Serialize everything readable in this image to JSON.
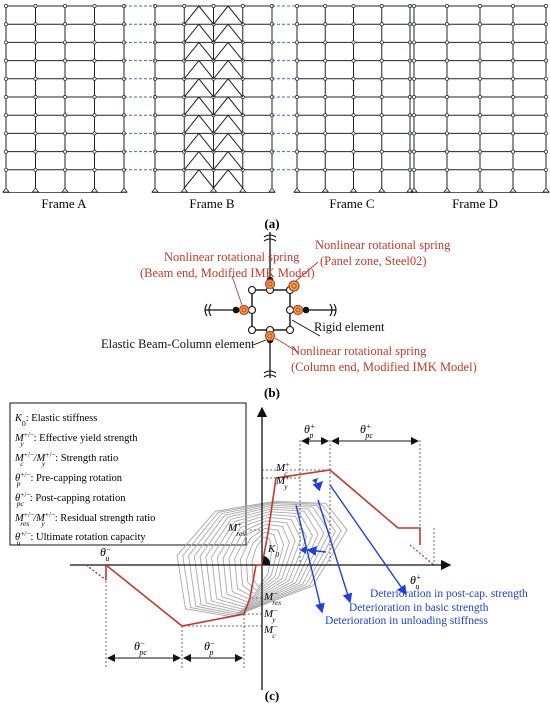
{
  "panel_a": {
    "frames": [
      "Frame A",
      "Frame B",
      "Frame C",
      "Frame D"
    ],
    "caption": "(a)"
  },
  "panel_b": {
    "spring_beam_line1": "Nonlinear rotational spring",
    "spring_beam_line2": "(Beam end, Modified IMK Model)",
    "spring_panel_line1": "Nonlinear rotational spring",
    "spring_panel_line2": "(Panel zone, Steel02)",
    "rigid_element": "Rigid element",
    "elastic_element": "Elastic Beam-Column element",
    "spring_column_line1": "Nonlinear rotational spring",
    "spring_column_line2": "(Column end, Modified IMK Model)",
    "caption": "(b)"
  },
  "panel_c": {
    "legend": [
      {
        "sym": "K",
        "sub": "0",
        "sup": "",
        "text": ": Elastic stiffness"
      },
      {
        "sym": "M",
        "sub": "y",
        "sup": "+/−",
        "text": ": Effective yield strength"
      },
      {
        "sym": "M",
        "sub": "c",
        "sup": "+/−",
        "text": "/M"
      },
      {
        "sym": "θ",
        "sub": "p",
        "sup": "+/−",
        "text": ": Pre-capping rotation"
      },
      {
        "sym": "θ",
        "sub": "pc",
        "sup": "+/−",
        "text": ": Post-capping rotation"
      },
      {
        "sym": "M",
        "sub": "res",
        "sup": "+/−",
        "text": "/M"
      },
      {
        "sym": "θ",
        "sub": "u",
        "sup": "+/−",
        "text": ": Ultimate rotation capacity"
      }
    ],
    "legend_line3_tail": ": Strength ratio",
    "legend_line6_tail": ": Residual strength ratio",
    "labels": {
      "theta": "θ",
      "M": "M",
      "K": "K",
      "sub_p": "p",
      "sub_pc": "pc",
      "sub_u": "u",
      "sub_c": "c",
      "sub_y": "y",
      "sub_res": "res",
      "sub_0": "0",
      "plus": "+",
      "minus": "−"
    },
    "deterioration": [
      "Deterioration in post-cap. strength",
      "Deterioration in basic strength",
      "Deterioration in unloading stiffness"
    ],
    "caption": "(c)"
  },
  "colors": {
    "red": "#c0392b",
    "blue": "#1f3fd6",
    "grid": "#222222",
    "hysteresis": "#a8a8a8",
    "dashed_blue": "#3a6fb0"
  }
}
